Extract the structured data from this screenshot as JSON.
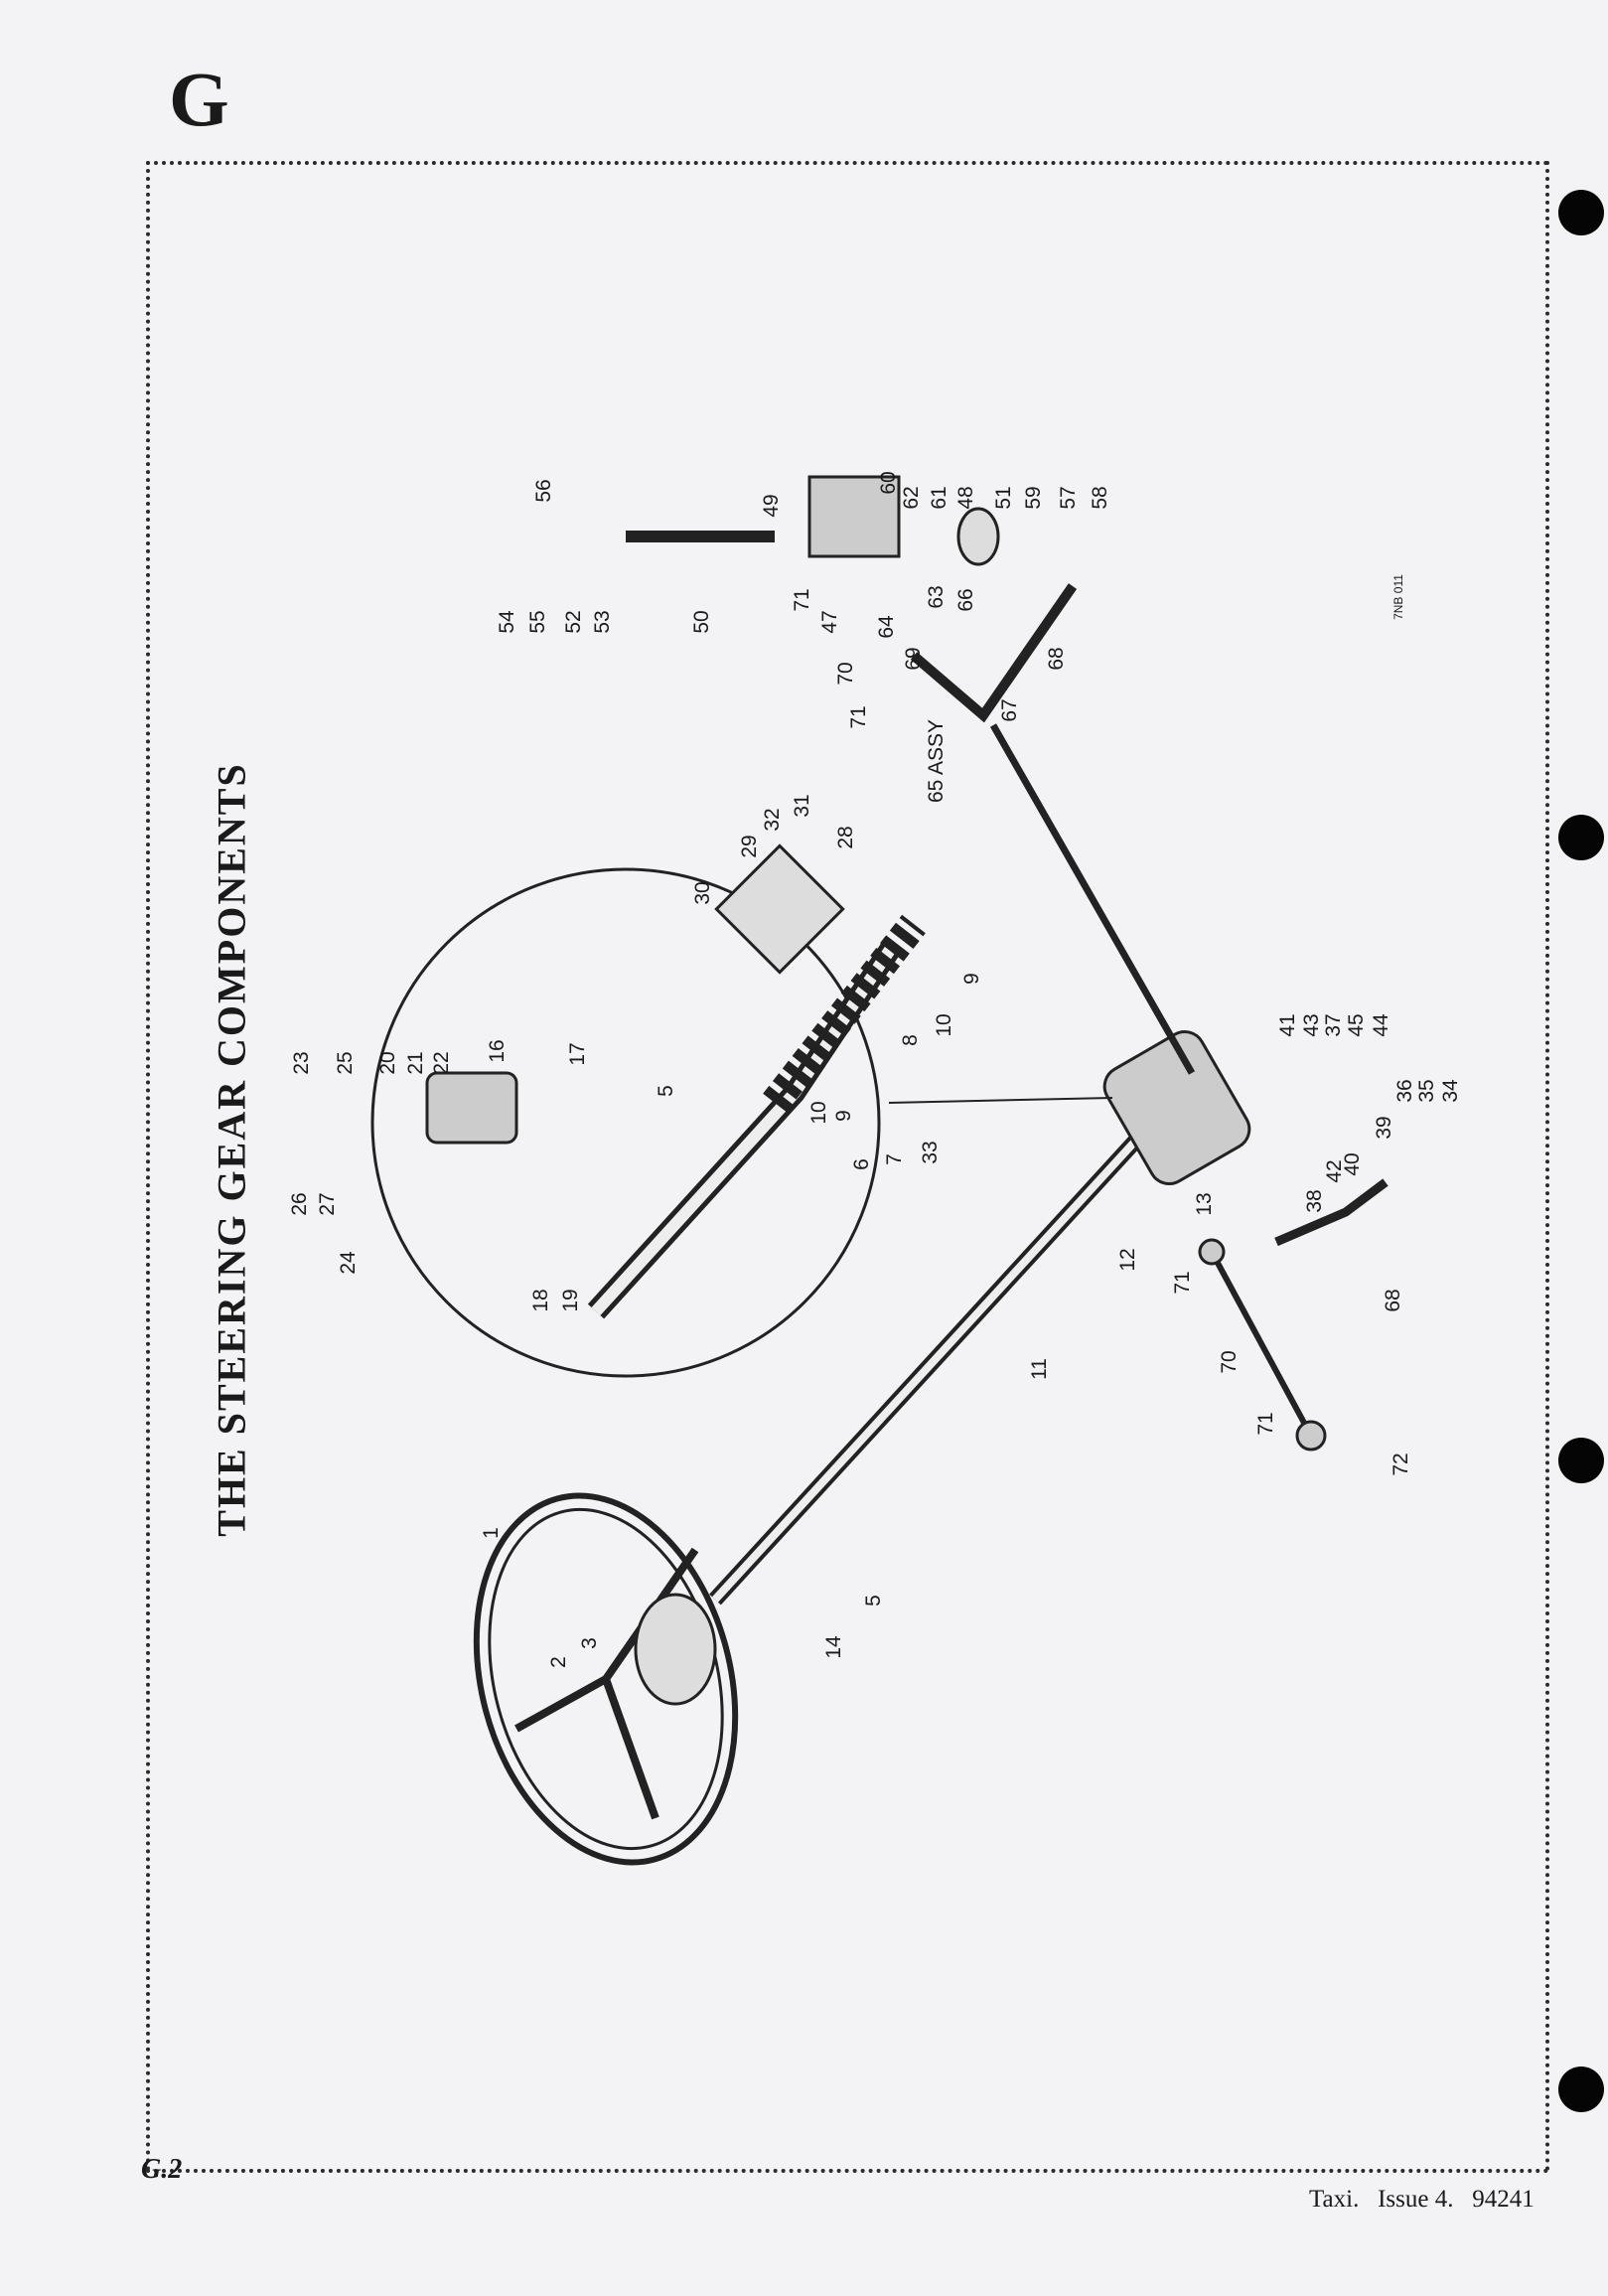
{
  "page": {
    "section_letter": "G",
    "title": "THE STEERING GEAR COMPONENTS",
    "page_number": "G.2",
    "footer": "Taxi.   Issue 4.   94241",
    "drawing_ref": "7NB 011"
  },
  "callouts": [
    "56",
    "54",
    "55",
    "52",
    "53",
    "50",
    "49",
    "71",
    "47",
    "60",
    "62",
    "61",
    "48",
    "51",
    "59",
    "57",
    "58",
    "63",
    "64",
    "66",
    "69",
    "70",
    "71",
    "68",
    "67",
    "65 ASSY",
    "32",
    "31",
    "29",
    "28",
    "30",
    "9",
    "10",
    "8",
    "23",
    "25",
    "20",
    "21",
    "22",
    "16",
    "17",
    "5",
    "10",
    "9",
    "6",
    "7",
    "33",
    "26",
    "27",
    "24",
    "18",
    "19",
    "41",
    "43",
    "37",
    "45",
    "44",
    "42",
    "40",
    "39",
    "38",
    "36",
    "35",
    "34",
    "13",
    "12",
    "71",
    "68",
    "11",
    "70",
    "71",
    "72",
    "1",
    "2",
    "3",
    "5",
    "14"
  ]
}
